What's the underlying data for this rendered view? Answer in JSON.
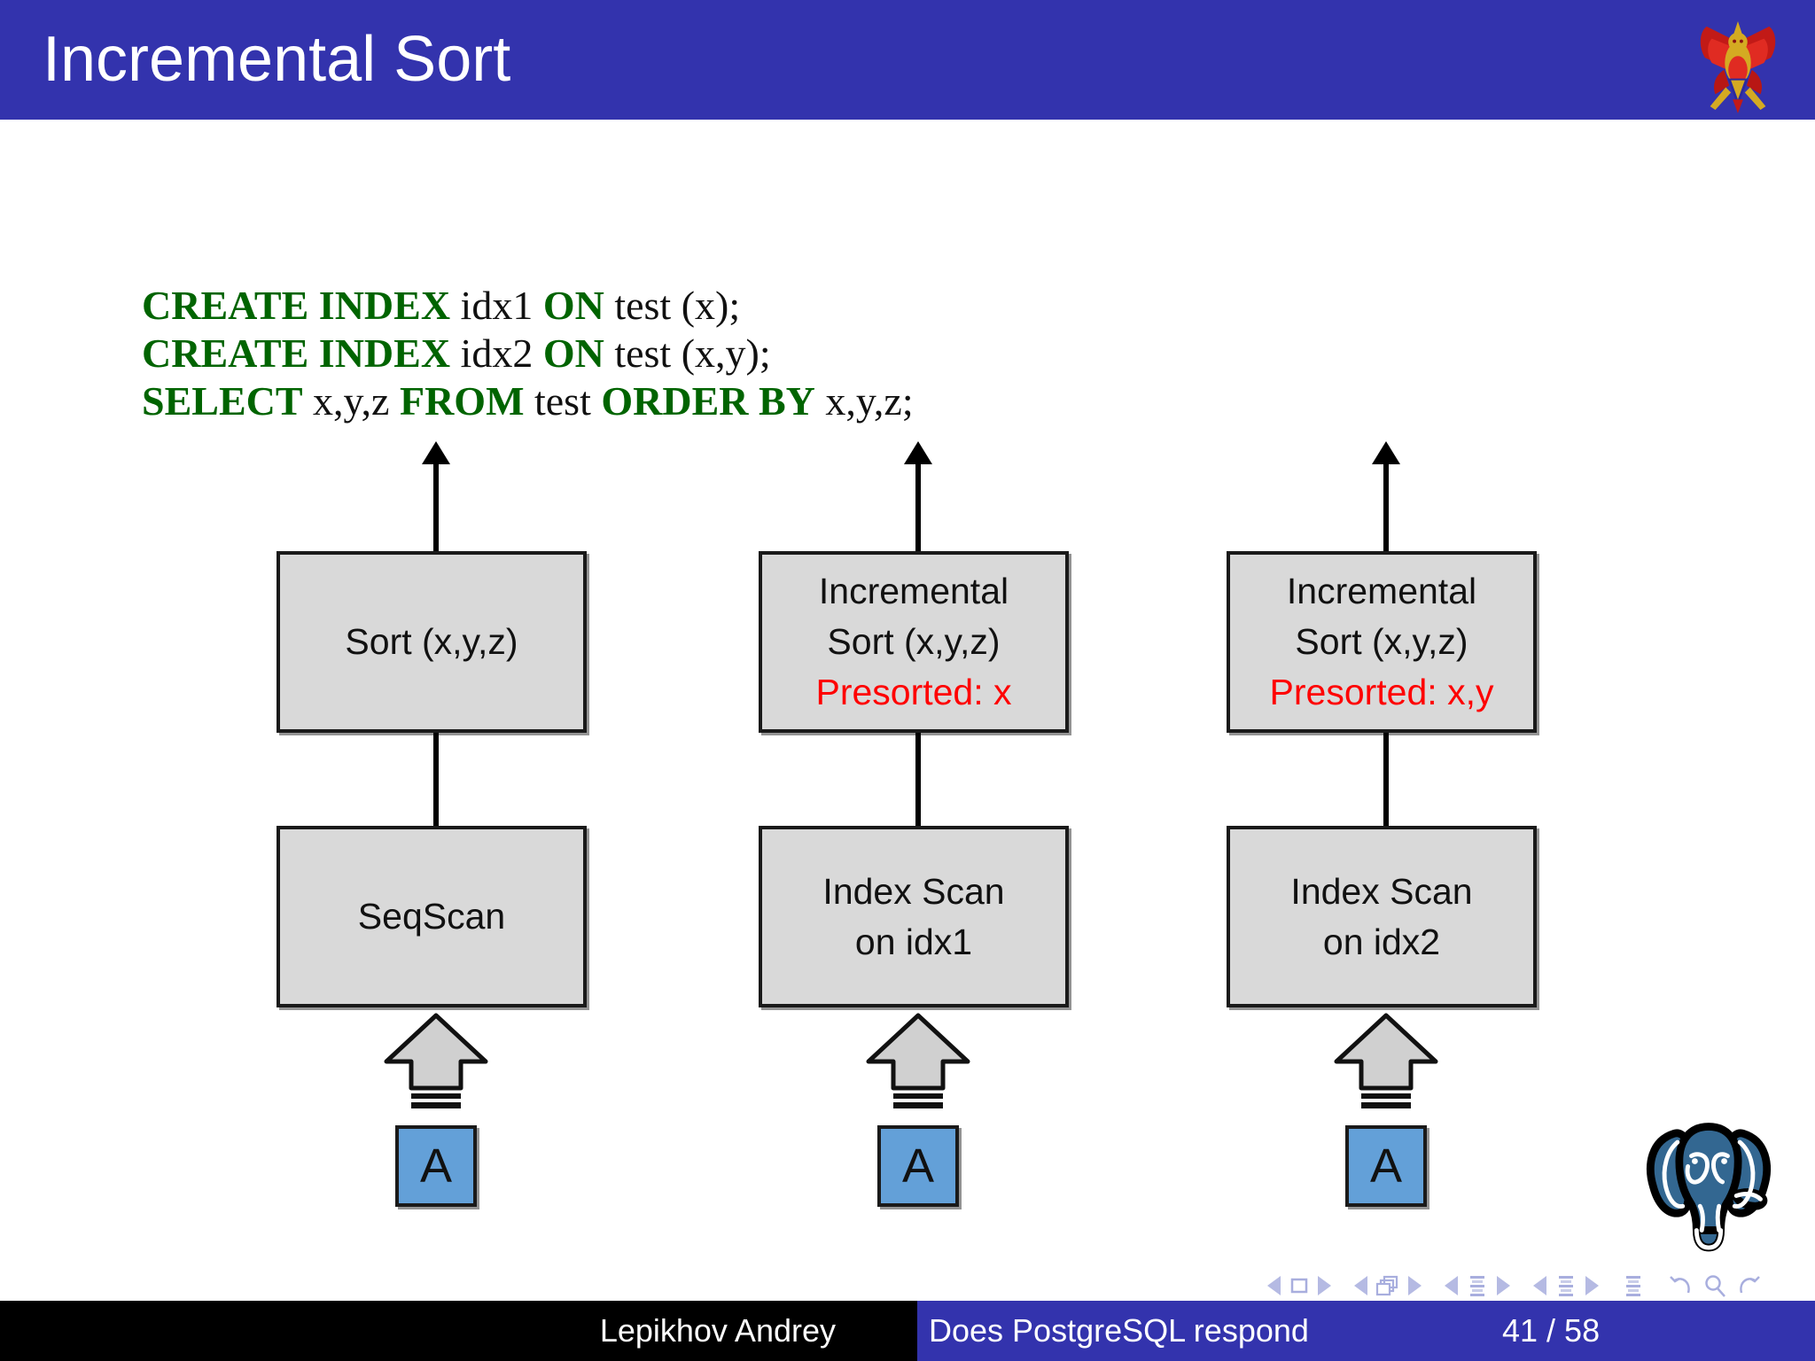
{
  "header": {
    "title": "Incremental Sort",
    "background_color": "#3333ad",
    "emblem": "garuda-emblem"
  },
  "sql": {
    "lines": [
      {
        "tokens": [
          {
            "text": "CREATE INDEX",
            "kind": "keyword"
          },
          {
            "text": "idx1",
            "kind": "plain"
          },
          {
            "text": "ON",
            "kind": "keyword"
          },
          {
            "text": "test (x);",
            "kind": "plain"
          }
        ]
      },
      {
        "tokens": [
          {
            "text": "CREATE INDEX",
            "kind": "keyword"
          },
          {
            "text": "idx2",
            "kind": "plain"
          },
          {
            "text": "ON",
            "kind": "keyword"
          },
          {
            "text": "test (x,y);",
            "kind": "plain"
          }
        ]
      },
      {
        "tokens": [
          {
            "text": "SELECT",
            "kind": "keyword"
          },
          {
            "text": "x,y,z",
            "kind": "plain"
          },
          {
            "text": "FROM",
            "kind": "keyword"
          },
          {
            "text": "test",
            "kind": "plain"
          },
          {
            "text": "ORDER BY",
            "kind": "keyword"
          },
          {
            "text": "x,y,z;",
            "kind": "plain"
          }
        ]
      }
    ],
    "keyword_color": "#006400",
    "plain_color": "#111111"
  },
  "diagram": {
    "node_fill": "#d9d9d9",
    "node_border": "#1a1a1a",
    "presorted_color": "#ff0000",
    "table_box_color": "#63a0d8",
    "columns": [
      {
        "upper": {
          "line1": "Sort (x,y,z)",
          "line2": "",
          "presorted": ""
        },
        "lower": {
          "line1": "SeqScan",
          "line2": ""
        },
        "table_label": "A"
      },
      {
        "upper": {
          "line1": "Incremental",
          "line2": "Sort (x,y,z)",
          "presorted": "Presorted: x"
        },
        "lower": {
          "line1": "Index Scan",
          "line2": "on idx1"
        },
        "table_label": "A"
      },
      {
        "upper": {
          "line1": "Incremental",
          "line2": "Sort (x,y,z)",
          "presorted": "Presorted: x,y"
        },
        "lower": {
          "line1": "Index Scan",
          "line2": "on idx2"
        },
        "table_label": "A"
      }
    ]
  },
  "logo": {
    "name": "postgresql-elephant-logo",
    "color": "#336791"
  },
  "nav": {
    "symbols": [
      "prev-slide-icon",
      "slide-icon",
      "next-slide-icon",
      "prev-frame-icon",
      "frames-icon",
      "next-frame-icon",
      "prev-subsection-icon",
      "subsection-icon",
      "next-subsection-icon",
      "prev-section-icon",
      "section-icon",
      "next-section-icon",
      "document-icon",
      "back-icon",
      "search-icon",
      "forward-icon"
    ],
    "color": "#a8aede"
  },
  "footer": {
    "author": "Lepikhov Andrey",
    "subject": "Does PostgreSQL respond",
    "page": "41 / 58",
    "author_bg": "#000000",
    "right_bg": "#3333ad"
  }
}
